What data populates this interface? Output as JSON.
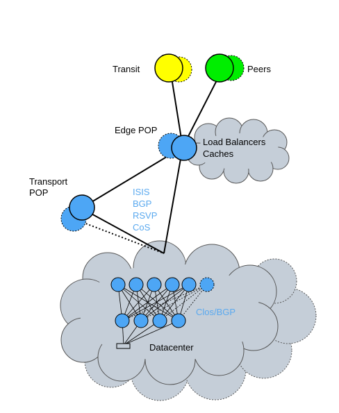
{
  "labels": {
    "transit": "Transit",
    "peers": "Peers",
    "edge_pop": "Edge POP",
    "load_balancers": "Load Balancers",
    "caches": "Caches",
    "transport_line1": "Transport",
    "transport_line2": "POP",
    "isis": "ISIS",
    "bgp": "BGP",
    "rsvp": "RSVP",
    "cos": "CoS",
    "clos_bgp": "Clos/BGP",
    "datacenter": "Datacenter"
  },
  "colors": {
    "transit": "#ffff00",
    "peers": "#00ee00",
    "router": "#4da6f5",
    "cloud": "#c5ced8",
    "protocol_text": "#5aa9ef"
  }
}
